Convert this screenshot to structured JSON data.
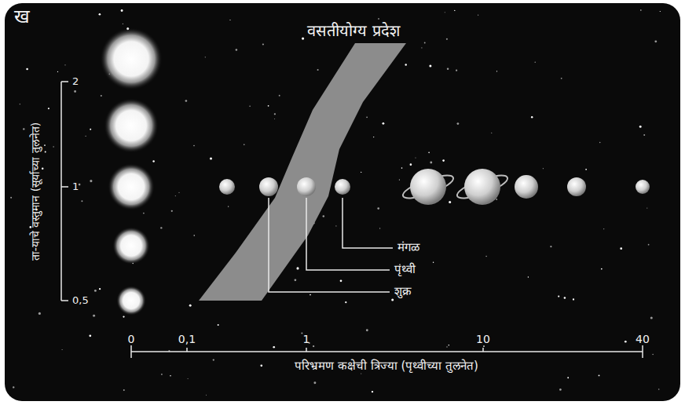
{
  "diagram": {
    "labels": [
      "ख",
      "2",
      "1",
      "0,5",
      "ता-याचे वस्तुमान (सूर्याच्या तुलनेत)",
      "वसतीयोग्य प्रदेश",
      "मंगळ",
      "पृथ्वी",
      "शुक्र",
      "0",
      "0,1",
      "1",
      "10",
      "40",
      "परिभ्रमण कक्षेची त्रिज्या (पृथ्वीच्या तुलनेत)"
    ]
  }
}
